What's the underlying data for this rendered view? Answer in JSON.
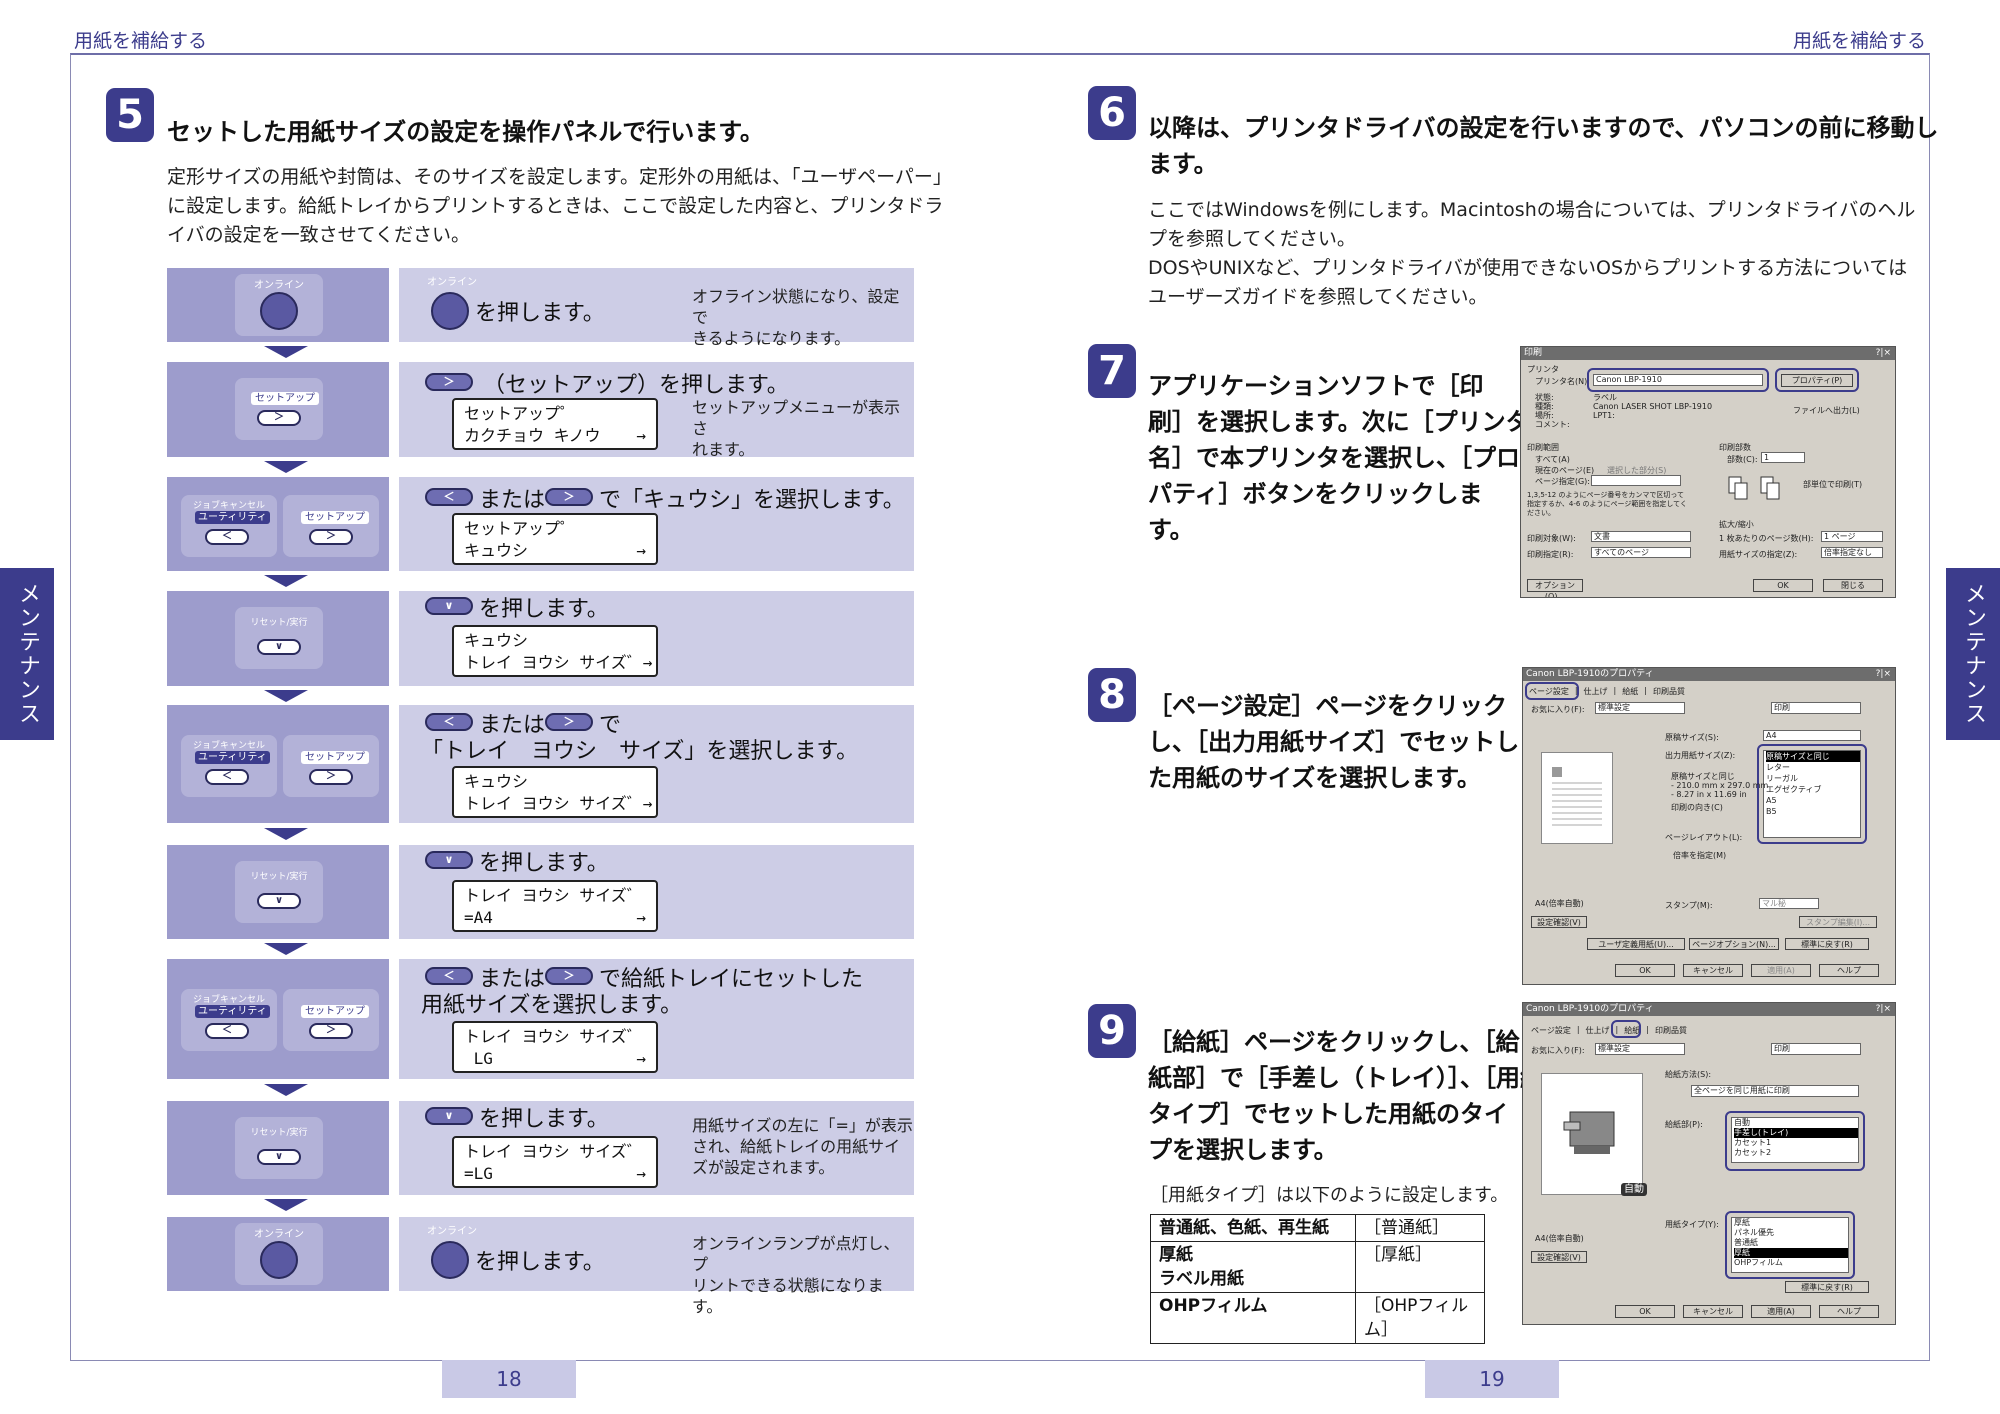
{
  "header": {
    "left": "用紙を補給する",
    "right": "用紙を補給する"
  },
  "side_tab": {
    "left": "メンテナンス",
    "right": "メンテナンス"
  },
  "page_numbers": {
    "left": "18",
    "right": "19"
  },
  "step5": {
    "num": "5",
    "title": "セットした用紙サイズの設定を操作パネルで行います。",
    "body": [
      "定形サイズの用紙や封筒は、そのサイズを設定します。定形外の用紙は、「ユーザペーパー」",
      "に設定します。給紙トレイからプリントするときは、ここで設定した内容と、プリンタドラ",
      "イバの設定を一致させてください。"
    ]
  },
  "panel_labels": {
    "online": "オンライン",
    "setup": "セットアップ",
    "job_cancel": "ジョブキャンセル",
    "utility": "ユーティリティ",
    "reset": "リセット",
    "execute": "実行"
  },
  "key_glyphs": {
    "right": "＞",
    "left": "＜",
    "down": "∨"
  },
  "lcd_arrow": "→",
  "rows": [
    {
      "instr": "を押します。",
      "note": [
        "オフライン状態になり、設定で",
        "きるようになります。"
      ]
    },
    {
      "instr": "（セットアップ）を押します。",
      "lcd": [
        "セットアップ゜",
        "カクチョウ キノウ"
      ],
      "note": [
        "セットアップメニューが表示さ",
        "れます。"
      ]
    },
    {
      "instr_pre": "または",
      "instr_post": "で「キュウシ」を選択します。",
      "lcd": [
        "セットアップ゜",
        "キュウシ"
      ]
    },
    {
      "instr": "を押します。",
      "lcd": [
        "キュウシ",
        "トレイ ヨウシ サイズ゛"
      ]
    },
    {
      "instr_pre": "または",
      "instr_post": "で",
      "instr_line2": "「トレイ　ヨウシ　サイズ」を選択します。",
      "lcd": [
        "キュウシ",
        "トレイ ヨウシ サイズ゛"
      ]
    },
    {
      "instr": "を押します。",
      "lcd": [
        "トレイ ヨウシ サイズ゛",
        "=A4"
      ]
    },
    {
      "instr_pre": "または",
      "instr_post": "で給紙トレイにセットした",
      "instr_line2": "用紙サイズを選択します。",
      "lcd": [
        "トレイ ヨウシ サイズ゛",
        " LG"
      ]
    },
    {
      "instr": "を押します。",
      "lcd": [
        "トレイ ヨウシ サイズ゛",
        "=LG"
      ],
      "note": [
        "用紙サイズの左に「=」が表示",
        "され、給紙トレイの用紙サイ",
        "ズが設定されます。"
      ]
    },
    {
      "instr": "を押します。",
      "note": [
        "オンラインランプが点灯し、プ",
        "リントできる状態になります。"
      ]
    }
  ],
  "step6": {
    "num": "6",
    "title": [
      "以降は、プリンタドライバの設定を行いますので、パソコンの前に移動し",
      "ます。"
    ],
    "body": [
      "ここではWindowsを例にします。Macintoshの場合については、プリンタドライバのヘル",
      "プを参照してください。",
      "DOSやUNIXなど、プリンタドライバが使用できないOSからプリントする方法については",
      "ユーザーズガイドを参照してください。"
    ]
  },
  "step7": {
    "num": "7",
    "title": [
      "アプリケーションソフトで［印",
      "刷］を選択します。次に［プリンタ",
      "名］で本プリンタを選択し、［プロ",
      "パティ］ボタンをクリックしま",
      "す。"
    ]
  },
  "step8": {
    "num": "8",
    "title": [
      "［ページ設定］ページをクリック",
      "し、［出力用紙サイズ］でセットし",
      "た用紙のサイズを選択します。"
    ]
  },
  "step9": {
    "num": "9",
    "title": [
      "［給紙］ページをクリックし、［給",
      "紙部］で［手差し（トレイ）］、［用紙",
      "タイプ］でセットした用紙のタイ",
      "プを選択します。"
    ],
    "note": "［用紙タイプ］は以下のように設定します。",
    "table": [
      {
        "paper": [
          "普通紙、色紙、再生紙"
        ],
        "setting": "［普通紙］"
      },
      {
        "paper": [
          "厚紙",
          "ラベル用紙"
        ],
        "setting": "［厚紙］"
      },
      {
        "paper": [
          "OHPフィルム"
        ],
        "setting": "［OHPフィルム］"
      }
    ]
  },
  "shot1": {
    "title": "印刷",
    "close": "?|×",
    "printer_group": "プリンタ",
    "printer_name_label": "プリンタ名(N):",
    "printer_name": "Canon LBP-1910",
    "properties": "プロパティ(P)",
    "status_lines": [
      "状態:",
      "種類:",
      "場所:",
      "コメント:"
    ],
    "status_values": [
      "ラベル",
      "Canon LASER SHOT LBP-1910",
      "LPT1:",
      ""
    ],
    "print_to_file": "ファイルへ出力(L)",
    "range_group": "印刷範囲",
    "range_all": "すべて(A)",
    "range_current": "現在のページ(E)",
    "range_selection": "選択した部分(S)",
    "range_pages": "ページ指定(G):",
    "range_help": "1,3,5-12 のようにページ番号をカンマで区切って指定するか、4-6 のようにページ範囲を指定してください。",
    "copies_group": "印刷部数",
    "copies_label": "部数(C):",
    "copies_value": "1",
    "collate": "部単位で印刷(T)",
    "target_label": "印刷対象(W):",
    "target_value": "文書",
    "spec_label": "印刷指定(R):",
    "spec_value": "すべてのページ",
    "zoom_group": "拡大/縮小",
    "per_sheet_label": "1 枚あたりのページ数(H):",
    "per_sheet_value": "1 ページ",
    "scale_label": "用紙サイズの指定(Z):",
    "scale_value": "倍率指定なし",
    "options": "オプション(O)...",
    "ok": "OK",
    "close_btn": "閉じる"
  },
  "shot2": {
    "title": "Canon LBP-1910のプロパティ",
    "close": "?|×",
    "tabs": [
      "ページ設定",
      "仕上げ",
      "給紙",
      "印刷品質"
    ],
    "favorites_label": "お気に入り(F):",
    "favorites_value": "標準設定",
    "output_label": "印刷",
    "orig_size_label": "原稿サイズ(S):",
    "orig_size_value": "A4",
    "out_size_label": "出力用紙サイズ(Z):",
    "out_size_value": "原稿サイズと同じ",
    "out_size_list": [
      "原稿サイズと同じ",
      "レター",
      "リーガル",
      "エグゼクティブ",
      "A5",
      "B5"
    ],
    "size_info": [
      "原稿サイズと同じ",
      "- 210.0 mm x 297.0 mm",
      "- 8.27 in x 11.69 in"
    ],
    "orientation": "印刷の向き(C)",
    "layout_label": "ページレイアウト(L):",
    "scale_label": "倍率を指定(M)",
    "preview_label": "A4(倍率自動)",
    "stamp_label": "スタンプ(M):",
    "stamp_value": "マル秘",
    "stamp_edit": "スタンプ編集(I)...",
    "confirm": "設定確認(V)",
    "user_paper": "ユーザ定義用紙(U)...",
    "page_options": "ページオプション(N)...",
    "defaults": "標準に戻す(R)",
    "ok": "OK",
    "cancel": "キャンセル",
    "apply": "適用(A)",
    "help": "ヘルプ"
  },
  "shot3": {
    "title": "Canon LBP-1910のプロパティ",
    "close": "?|×",
    "tabs": [
      "ページ設定",
      "仕上げ",
      "給紙",
      "印刷品質"
    ],
    "favorites_label": "お気に入り(F):",
    "favorites_value": "標準設定",
    "output_label": "印刷",
    "method_label": "給紙方法(S):",
    "method_value": "全ページを同じ用紙に印刷",
    "source_label": "給紙部(P):",
    "source_list": [
      "自動",
      "手差し(トレイ)",
      "カセット1",
      "カセット2"
    ],
    "auto_badge": "自動",
    "type_label": "用紙タイプ(Y):",
    "type_list": [
      "厚紙",
      "パネル優先",
      "普通紙",
      "厚紙",
      "OHPフィルム"
    ],
    "preview_label": "A4(倍率自動)",
    "confirm": "設定確認(V)",
    "defaults": "標準に戻す(R)",
    "ok": "OK",
    "cancel": "キャンセル",
    "apply": "適用(A)",
    "help": "ヘルプ"
  }
}
